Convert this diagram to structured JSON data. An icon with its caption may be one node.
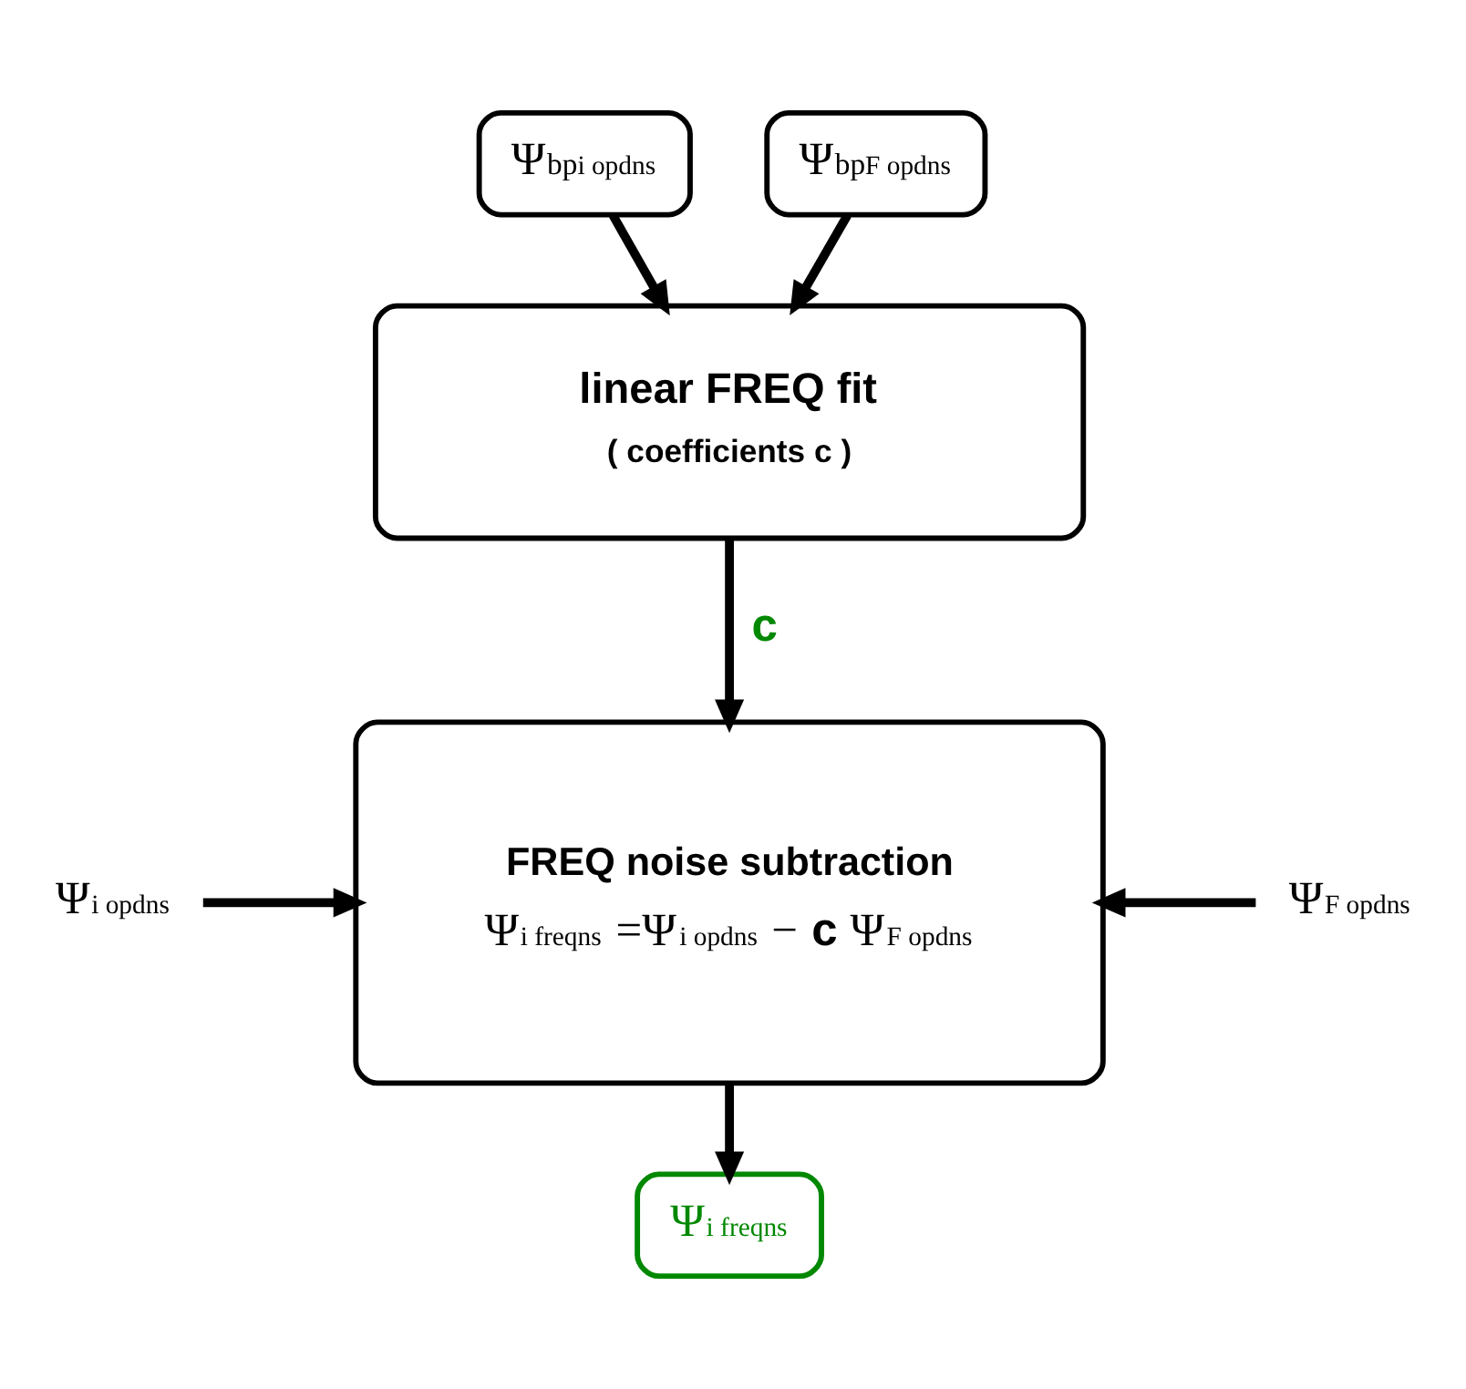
{
  "diagram": {
    "nodes": [
      {
        "text": [
          "Ψ$^{bp}$$_{i opdns}$"
        ]
      },
      {
        "text": [
          "Ψ$^{bp}$$_{F opdns}$"
        ]
      },
      {
        "text": [
          "linear FREQ fit",
          "( coefficients c )"
        ]
      },
      {
        "text": [
          "FREQ noise subtraction",
          "Ψ$_{i freqns}$ =Ψ$_{i opdns}$ − **c** Ψ$_{F opdns}$"
        ]
      },
      {
        "text": [
          "Ψ$_{i opdns}$"
        ]
      },
      {
        "text": [
          "Ψ$_{F opdns}$"
        ]
      },
      {
        "text": [
          "Ψ$_{i freqns}$"
        ]
      }
    ],
    "edges": [
      {
        "from": 0,
        "to": 2,
        "arrow": "to"
      },
      {
        "from": 1,
        "to": 2,
        "arrow": "to"
      },
      {
        "from": 2,
        "to": 3,
        "arrow": "to",
        "label": "c"
      },
      {
        "from": 4,
        "to": 3,
        "arrow": "to"
      },
      {
        "from": 5,
        "to": 3,
        "arrow": "to"
      },
      {
        "from": 3,
        "to": 6,
        "arrow": "to"
      }
    ]
  }
}
